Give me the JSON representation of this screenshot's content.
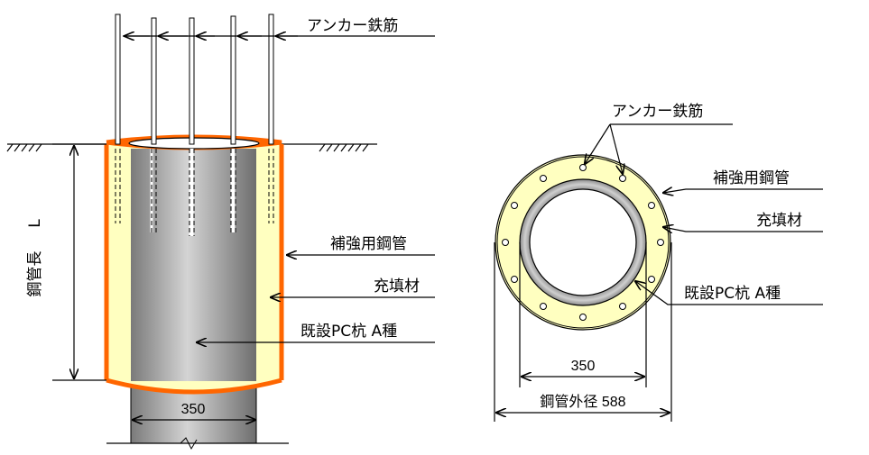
{
  "colors": {
    "steel_pipe": "#ff6600",
    "filler": "#ffffc0",
    "pc_pile_dark": "#707070",
    "pc_pile_light": "#d0d0d0",
    "line": "#000000"
  },
  "side_view": {
    "anchor_rebar_label": "アンカー鉄筋",
    "pipe_length_label": "鋼管長",
    "pipe_length_symbol": "L",
    "reinforcing_pipe_label": "補強用鋼管",
    "filler_label": "充填材",
    "existing_pile_label": "既設PC杭 A種",
    "pile_diameter": "350"
  },
  "section_view": {
    "anchor_rebar_label": "アンカー鉄筋",
    "reinforcing_pipe_label": "補強用鋼管",
    "filler_label": "充填材",
    "existing_pile_label": "既設PC杭 A種",
    "inner_diameter": "350",
    "outer_diameter_label": "鋼管外径 588"
  }
}
